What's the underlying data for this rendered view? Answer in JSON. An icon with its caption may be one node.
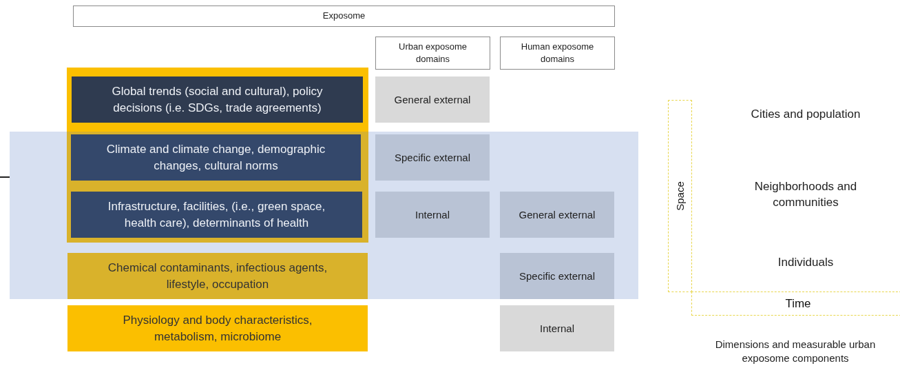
{
  "diagram": {
    "nodes": [
      {
        "text": [
          "Exposome"
        ]
      },
      {
        "text": [
          "Urban exposome domains"
        ]
      },
      {
        "text": [
          "Human exposome domains"
        ]
      },
      {
        "text": [],
        "shape": "box"
      },
      {
        "text": [
          "Global trends (social and cultural), policy decisions (i.e. SDGs, trade agreements)"
        ],
        "in": 3
      },
      {
        "text": [
          "General external"
        ]
      },
      {
        "text": [
          "Climate and climate change, demographic changes, cultural norms"
        ],
        "in": 3
      },
      {
        "text": [
          "Specific external"
        ]
      },
      {
        "text": [
          "Infrastructure, facilities, (i.e., green space, health care), determinants of health"
        ],
        "in": 3
      },
      {
        "text": [
          "Internal"
        ]
      },
      {
        "text": [
          "General external"
        ]
      },
      {
        "text": [
          "Chemical contaminants, infectious agents, lifestyle, occupation"
        ]
      },
      {
        "text": [
          "Specific external"
        ]
      },
      {
        "text": [
          "Physiology and body characteristics, metabolism, microbiome"
        ]
      },
      {
        "text": [
          "Internal"
        ]
      },
      {
        "text": [
          "Space"
        ]
      },
      {
        "text": [
          "Time"
        ]
      }
    ],
    "edges": [],
    "labels": [
      "Cities and population",
      "Neighborhoods and communities",
      "Individuals",
      "Dimensions and measurable urban exposome components"
    ]
  }
}
